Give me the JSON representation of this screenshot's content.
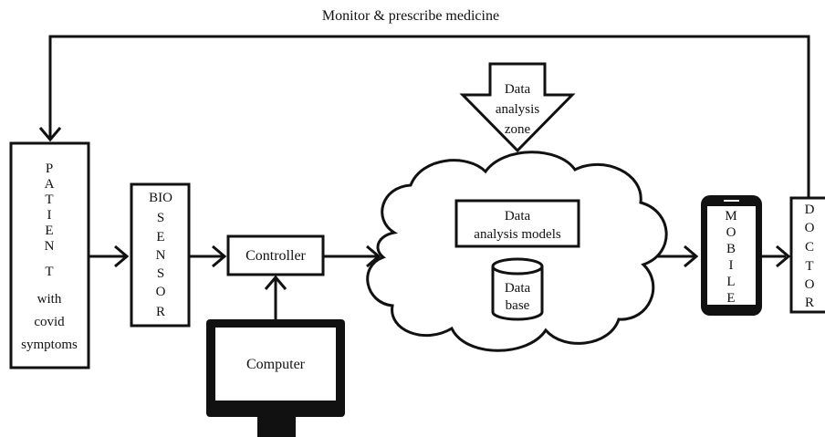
{
  "feedback_label": "Monitor & prescribe medicine",
  "patient": {
    "letters": [
      "P",
      "A",
      "T",
      "I",
      "E",
      "N",
      "T"
    ],
    "lines": [
      "with",
      "covid",
      "symptoms"
    ]
  },
  "biosensor": {
    "lines": [
      "BIO",
      "S",
      "E",
      "N",
      "S",
      "O",
      "R"
    ]
  },
  "controller": {
    "label": "Controller"
  },
  "computer": {
    "label": "Computer"
  },
  "analysis_zone": {
    "lines": [
      "Data",
      "analysis",
      "zone"
    ]
  },
  "cloud": {
    "models": [
      "Data",
      "analysis models"
    ],
    "database": [
      "Data",
      "base"
    ]
  },
  "mobile": {
    "letters": [
      "M",
      "O",
      "B",
      "I",
      "L",
      "E"
    ]
  },
  "doctor": {
    "letters": [
      "D",
      "O",
      "C",
      "T",
      "O",
      "R"
    ]
  }
}
